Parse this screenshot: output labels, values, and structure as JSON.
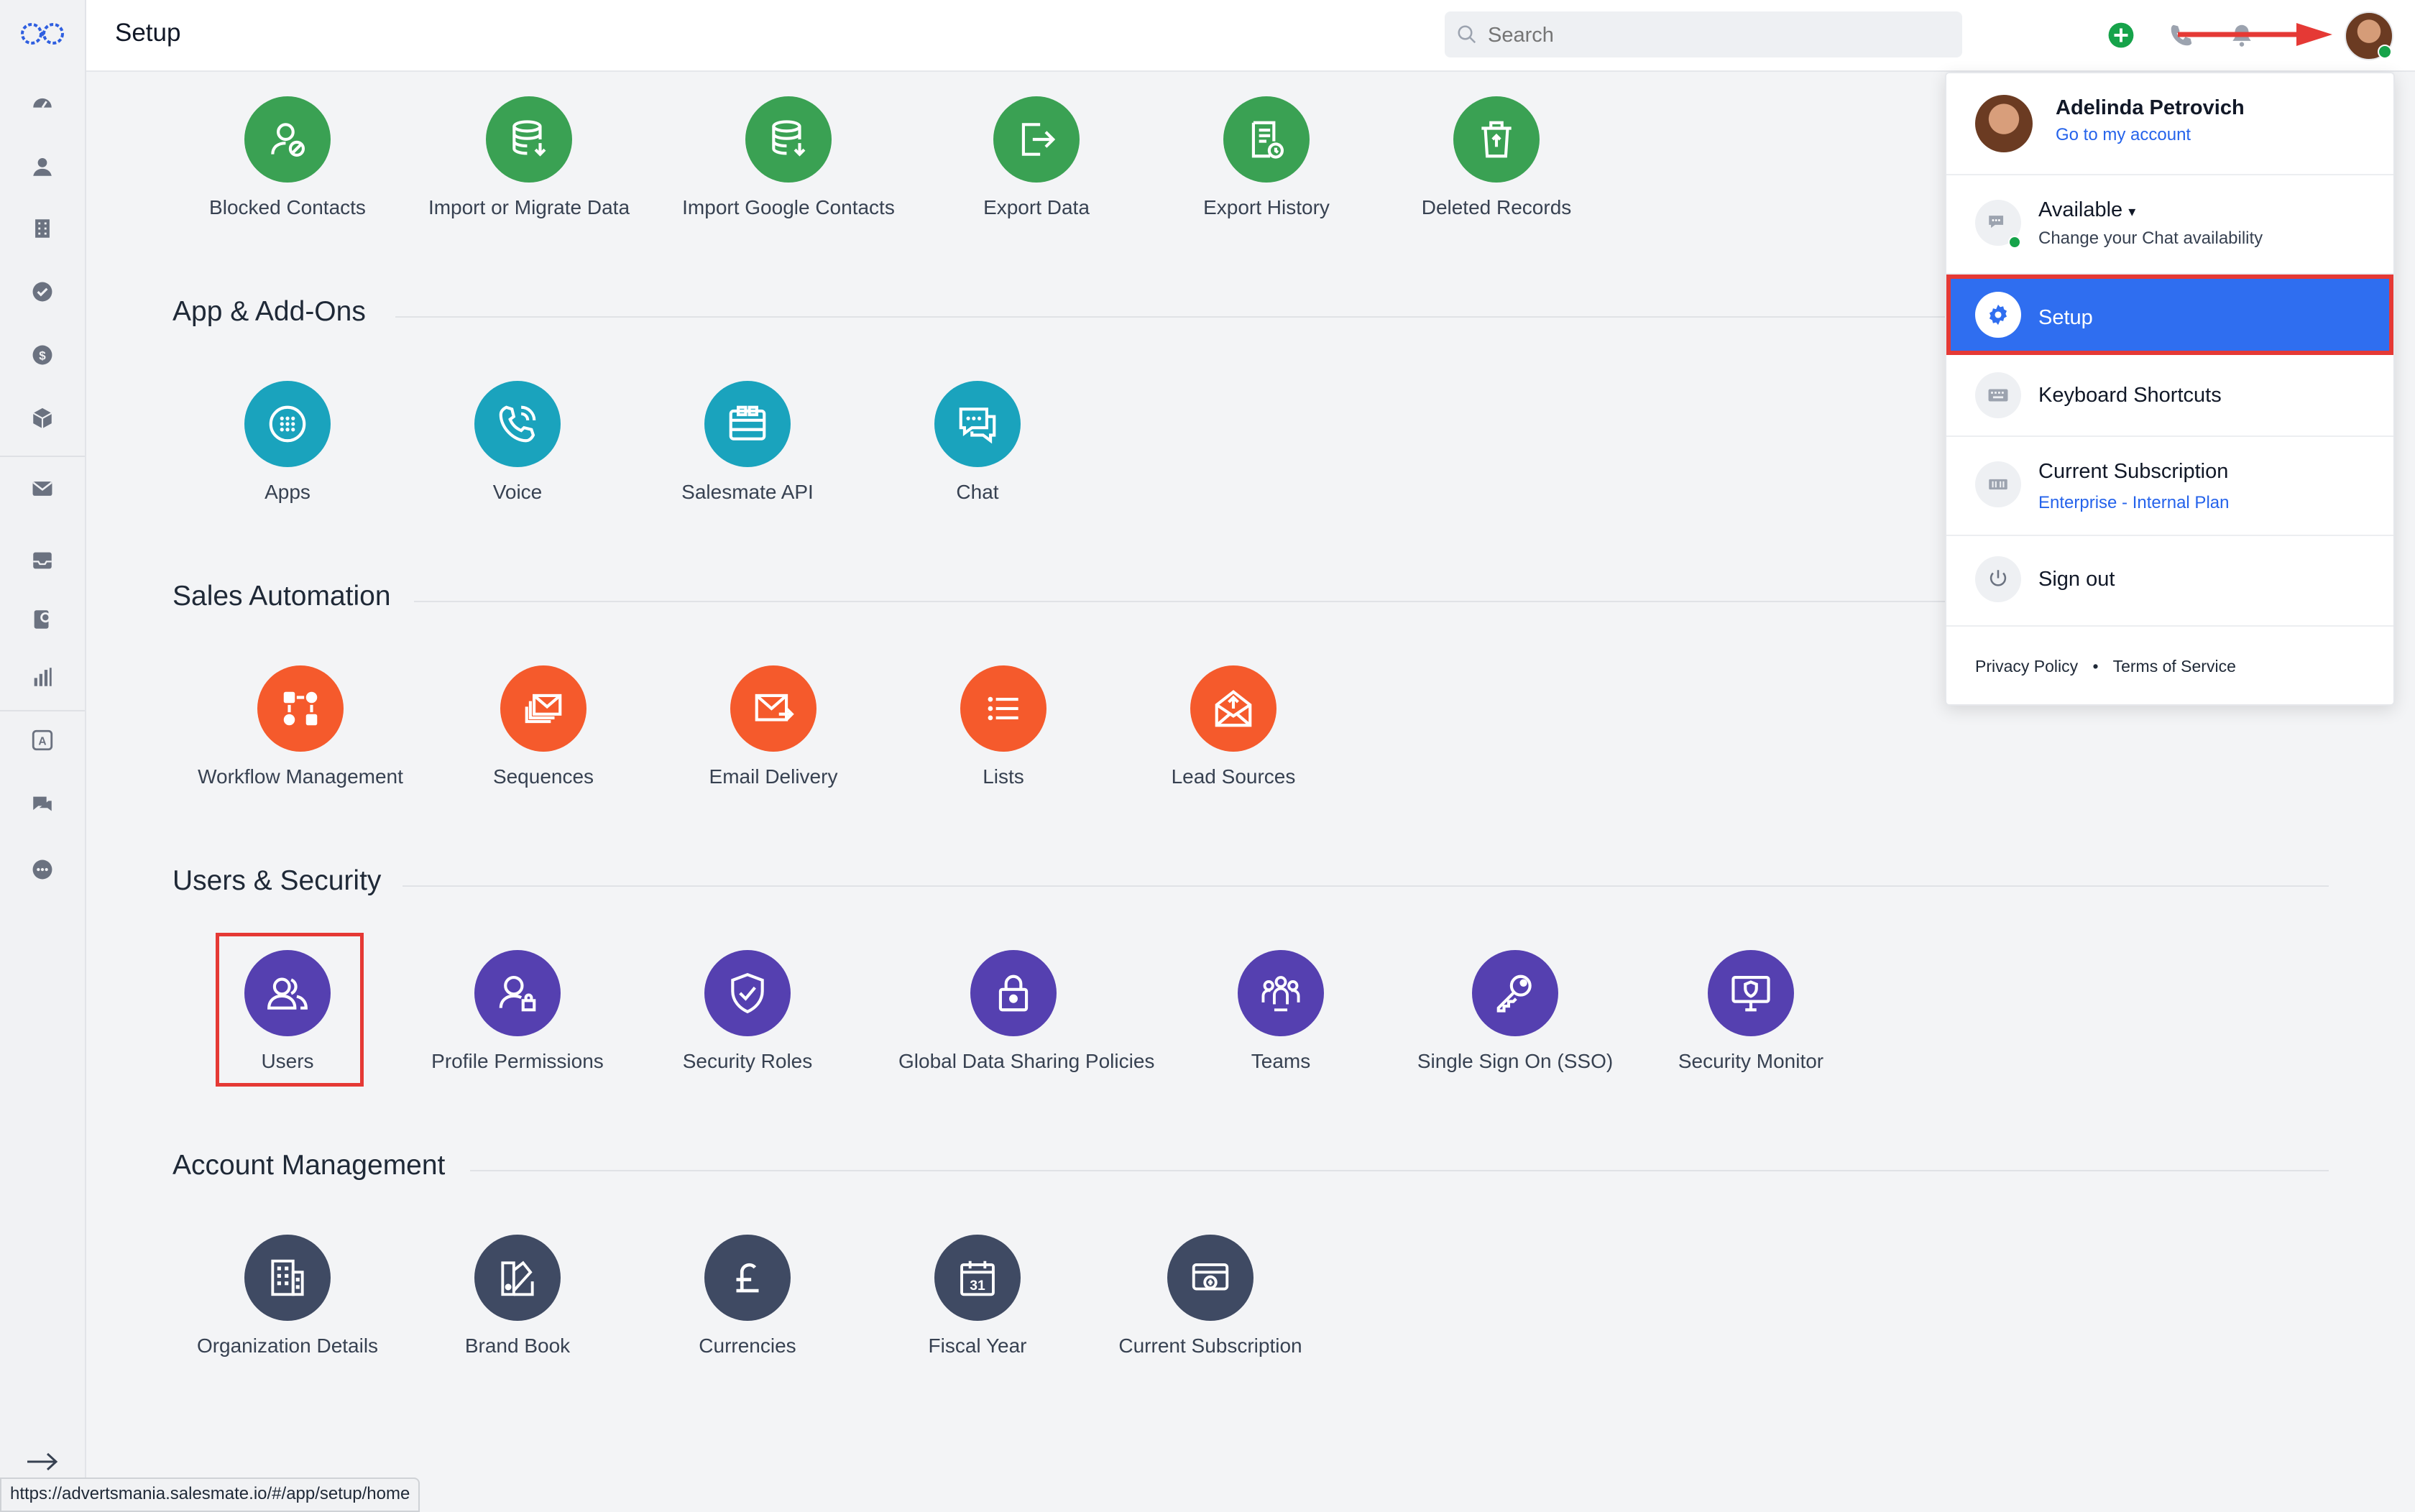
{
  "topbar": {
    "title": "Setup",
    "search_placeholder": "Search"
  },
  "sections": {
    "data_admin": {
      "items": [
        {
          "label": "Blocked Contacts",
          "icon": "blocked-contact-icon"
        },
        {
          "label": "Import or Migrate Data",
          "icon": "database-import-icon"
        },
        {
          "label": "Import Google Contacts",
          "icon": "database-import-icon"
        },
        {
          "label": "Export Data",
          "icon": "export-icon"
        },
        {
          "label": "Export History",
          "icon": "export-history-icon"
        },
        {
          "label": "Deleted Records",
          "icon": "trash-restore-icon"
        }
      ]
    },
    "apps": {
      "title": "App & Add-Ons",
      "items": [
        {
          "label": "Apps",
          "icon": "apps-grid-icon"
        },
        {
          "label": "Voice",
          "icon": "phone-icon"
        },
        {
          "label": "Salesmate API",
          "icon": "api-icon"
        },
        {
          "label": "Chat",
          "icon": "chat-icon"
        }
      ]
    },
    "automation": {
      "title": "Sales Automation",
      "items": [
        {
          "label": "Workflow Management",
          "icon": "workflow-icon"
        },
        {
          "label": "Sequences",
          "icon": "sequences-icon"
        },
        {
          "label": "Email Delivery",
          "icon": "email-icon"
        },
        {
          "label": "Lists",
          "icon": "list-icon"
        },
        {
          "label": "Lead Sources",
          "icon": "envelope-open-icon"
        }
      ]
    },
    "security": {
      "title": "Users & Security",
      "items": [
        {
          "label": "Users",
          "icon": "users-icon"
        },
        {
          "label": "Profile Permissions",
          "icon": "profile-lock-icon"
        },
        {
          "label": "Security Roles",
          "icon": "shield-check-icon"
        },
        {
          "label": "Global Data Sharing Policies",
          "icon": "lock-icon"
        },
        {
          "label": "Teams",
          "icon": "team-icon"
        },
        {
          "label": "Single Sign On (SSO)",
          "icon": "key-icon"
        },
        {
          "label": "Security Monitor",
          "icon": "monitor-shield-icon"
        }
      ]
    },
    "account": {
      "title": "Account Management",
      "items": [
        {
          "label": "Organization Details",
          "icon": "building-icon"
        },
        {
          "label": "Brand Book",
          "icon": "brand-book-icon"
        },
        {
          "label": "Currencies",
          "icon": "pound-icon"
        },
        {
          "label": "Fiscal Year",
          "icon": "calendar-icon"
        },
        {
          "label": "Current Subscription",
          "icon": "subscription-icon"
        }
      ]
    }
  },
  "dropdown": {
    "user_name": "Adelinda Petrovich",
    "account_link": "Go to my account",
    "availability_label": "Available",
    "availability_sub": "Change your Chat availability",
    "setup_label": "Setup",
    "shortcuts_label": "Keyboard Shortcuts",
    "subscription_label": "Current Subscription",
    "subscription_plan": "Enterprise - Internal Plan",
    "signout_label": "Sign out",
    "privacy": "Privacy Policy",
    "dot": "•",
    "terms": "Terms of Service"
  },
  "status_bar": {
    "url": "https://advertsmania.salesmate.io/#/app/setup/home"
  },
  "colors": {
    "green": "#3aa153",
    "teal": "#1aa3bd",
    "orange": "#f55a2c",
    "purple": "#5540b0",
    "slate": "#3f4a63",
    "accent_blue": "#2f6ef0",
    "highlight_red": "#e53935"
  }
}
